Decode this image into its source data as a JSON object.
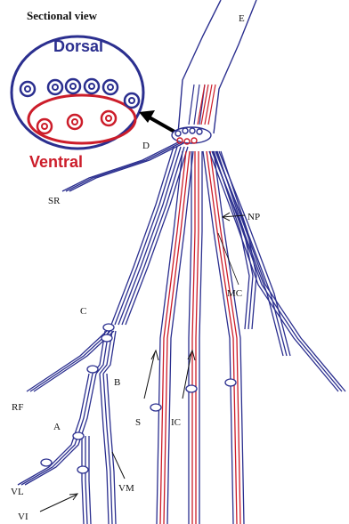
{
  "title": "Sectional view",
  "section": {
    "top_label": "Dorsal",
    "bottom_label": "Ventral"
  },
  "colors": {
    "dorsal": "#2b2f8f",
    "ventral": "#cc1d2a",
    "text": "#111111",
    "arrow": "#000000"
  },
  "labels": {
    "E": "E",
    "D": "D",
    "SR": "SR",
    "NP": "NP",
    "MC": "MC",
    "C": "C",
    "B": "B",
    "RF": "RF",
    "A": "A",
    "S": "S",
    "IC": "IC",
    "VL": "VL",
    "VI": "VI",
    "VM": "VM"
  }
}
